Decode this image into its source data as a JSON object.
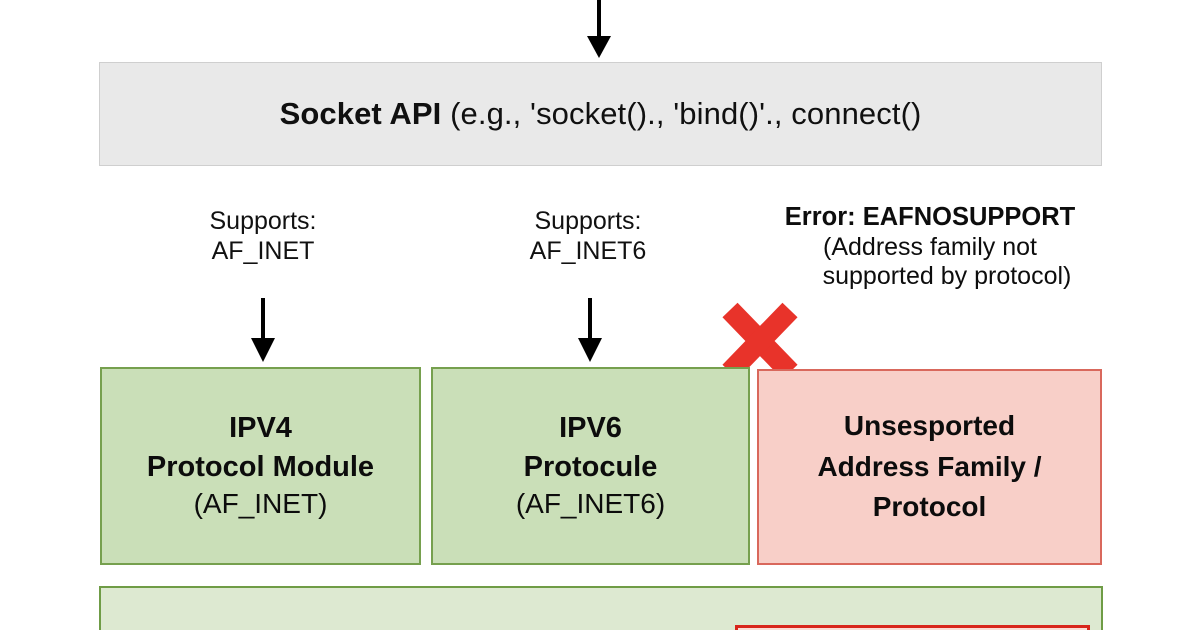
{
  "diagram": {
    "top_arrow": {
      "icon": "down-arrow-icon"
    },
    "socket_bar": {
      "title_bold": "Socket API",
      "title_rest": " (e.g., 'socket()., 'bind()'., connect()",
      "background_color": "#e9e9e9",
      "border_color": "#cfcfcf"
    },
    "branches": [
      {
        "id": "ipv4",
        "label_line1": "Supports:",
        "label_line2": "AF_INET",
        "arrow_icon": "down-arrow-icon"
      },
      {
        "id": "ipv6",
        "label_line1": "Supports:",
        "label_line2": "AF_INET6",
        "arrow_icon": "down-arrow-icon"
      }
    ],
    "error_label": {
      "title": "Error: EAFNOSUPPORT",
      "line1": "(Address family not",
      "line2": "supported by protocol)",
      "mark_icon": "red-x-icon",
      "mark_color": "#e8332a"
    },
    "boxes": [
      {
        "id": "ipv4",
        "line1": "IPV4",
        "line2": "Protocol Module",
        "line3": "(AF_INET)",
        "fill": "#cadfb8",
        "border": "#76a04e"
      },
      {
        "id": "ipv6",
        "line1": "IPV6",
        "line2": "Protocule",
        "line3": "(AF_INET6)",
        "fill": "#cadfb8",
        "border": "#76a04e"
      },
      {
        "id": "unsupported",
        "line1": "Unsesported",
        "line2": "Address Family /",
        "line3": "Protocol",
        "fill": "#f8cfc8",
        "border": "#d9685c"
      }
    ],
    "bottom_panel": {
      "fill": "#dde9d1",
      "border": "#6f9c46",
      "inner_fill": "#fadcd6",
      "inner_border": "#d8261c"
    }
  }
}
